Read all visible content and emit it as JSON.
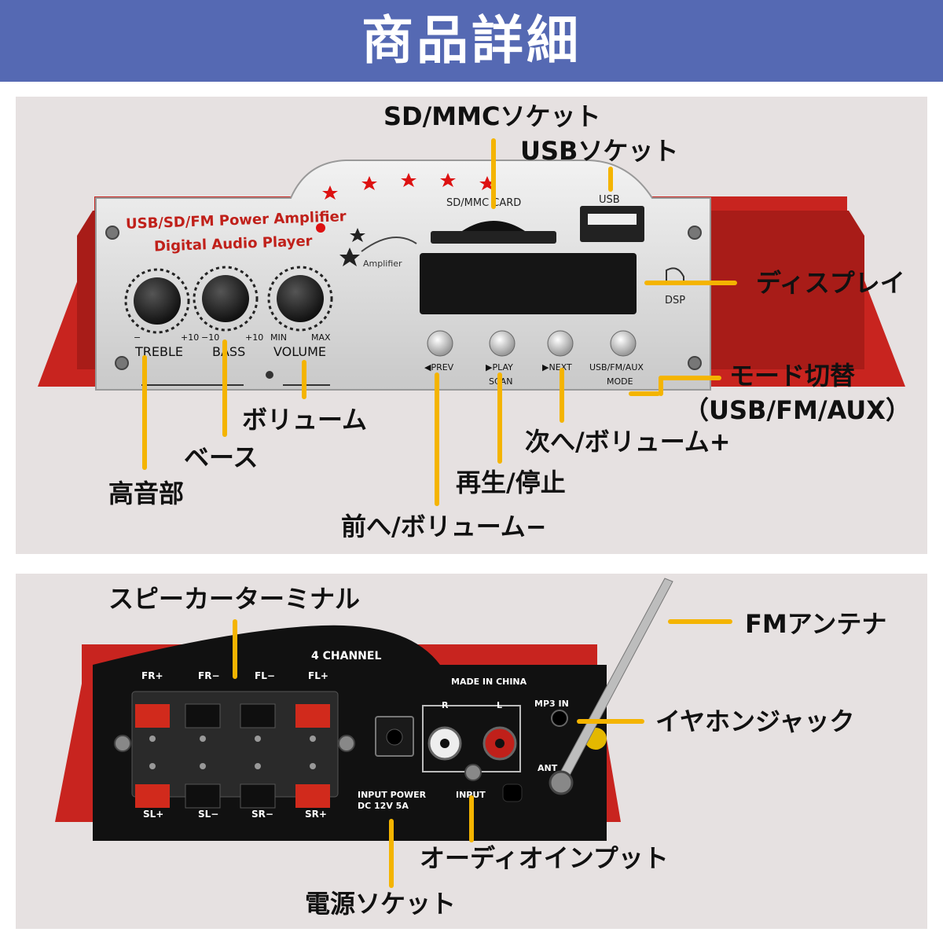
{
  "banner": {
    "title": "商品詳細",
    "color": "#5569b3"
  },
  "accent_color": "#f4b400",
  "front_panel": {
    "brand_line1": "USB/SD/FM Power Amplifier",
    "brand_line2": "Digital Audio Player",
    "logo_text": "Amplifier",
    "sd_slot_text": "SD/MMC CARD",
    "usb_text": "USB",
    "dsp_text": "DSP",
    "knob_scales": [
      {
        "left": "−",
        "right": "+10",
        "name": "TREBLE"
      },
      {
        "left": "−10",
        "right": "+10",
        "name": "BASS"
      },
      {
        "left": "MIN",
        "right": "MAX",
        "name": "VOLUME"
      }
    ],
    "buttons": [
      {
        "top": "◀PREV",
        "bottom": ""
      },
      {
        "top": "▶PLAY",
        "bottom": "SCAN"
      },
      {
        "top": "▶NEXT",
        "bottom": ""
      },
      {
        "top": "USB/FM/AUX",
        "bottom": "MODE"
      }
    ]
  },
  "rear_panel": {
    "channel_text": "4 CHANNEL",
    "terminals_top": [
      "FR+",
      "FR−",
      "FL−",
      "FL+"
    ],
    "terminals_bottom": [
      "SL+",
      "SL−",
      "SR−",
      "SR+"
    ],
    "made_in": "MADE IN CHINA",
    "input_power": "INPUT POWER",
    "dc_rating": "DC 12V 5A",
    "rca_r": "R",
    "rca_l": "L",
    "input_text": "INPUT",
    "mp3_in": "MP3 IN",
    "ant": "ANT"
  },
  "callouts_top": {
    "sd_socket": "SD/MMCソケット",
    "usb_socket": "USBソケット",
    "display": "ディスプレイ",
    "mode_switch_1": "モード切替",
    "mode_switch_2": "（USB/FM/AUX）",
    "next_vol_up": "次へ/ボリューム+",
    "play_stop": "再生/停止",
    "prev_vol_down": "前へ/ボリューム−",
    "volume": "ボリューム",
    "bass": "ベース",
    "treble": "高音部"
  },
  "callouts_bottom": {
    "speaker_terminal": "スピーカーターミナル",
    "fm_antenna": "FMアンテナ",
    "earphone_jack": "イヤホンジャック",
    "audio_input": "オーディオインプット",
    "power_socket": "電源ソケット"
  }
}
